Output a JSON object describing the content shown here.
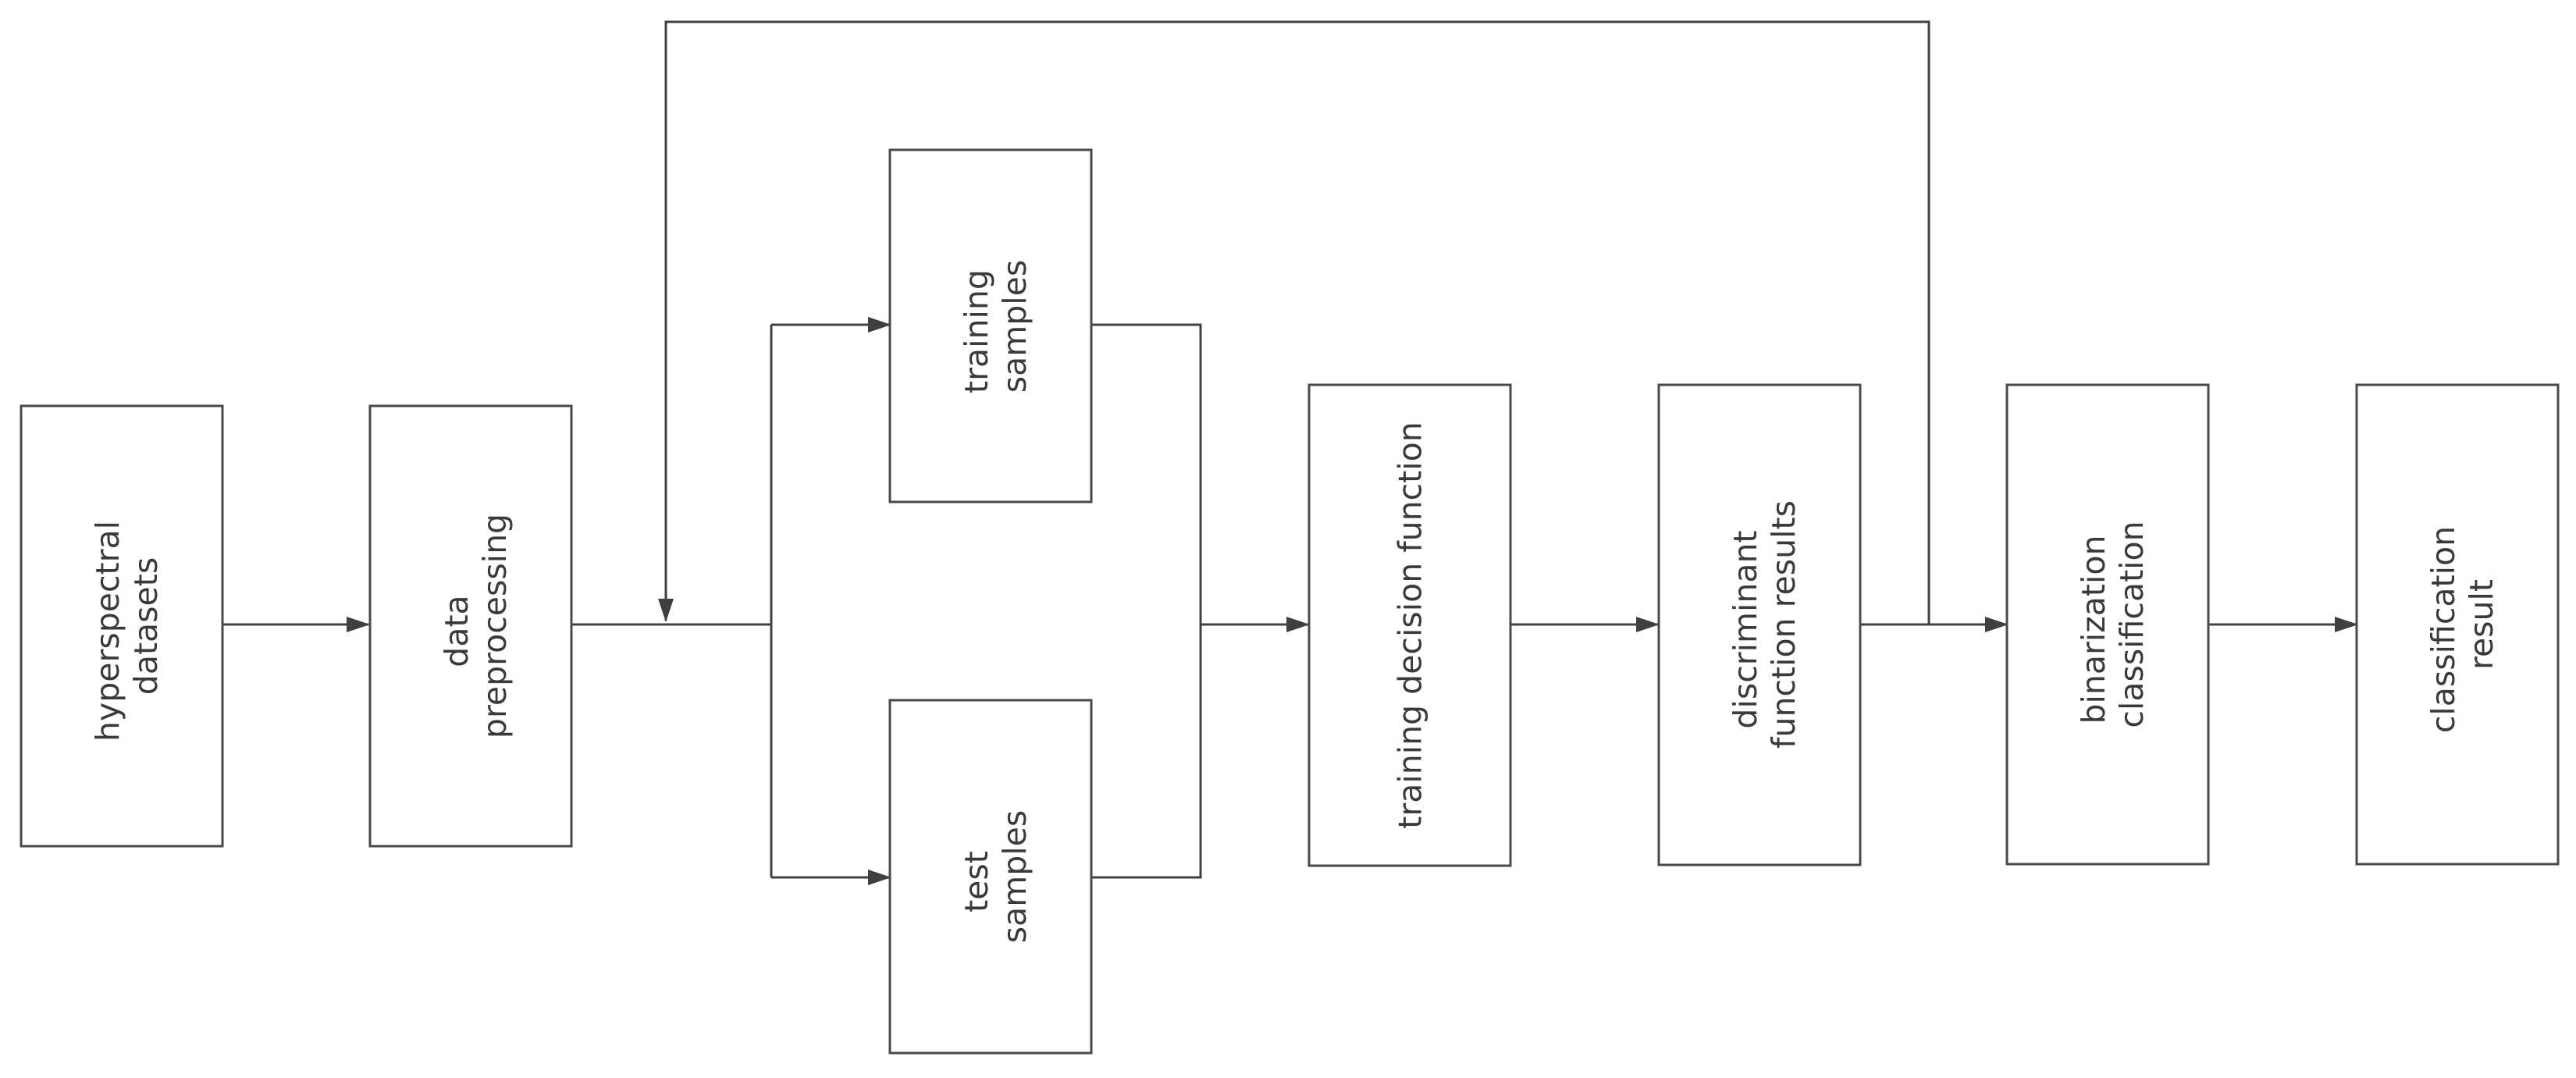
{
  "diagram": {
    "nodes": {
      "hyperspectral": {
        "lines": [
          "hyperspectral",
          "datasets"
        ]
      },
      "preprocessing": {
        "lines": [
          "data",
          "preprocessing"
        ]
      },
      "training_samples": {
        "lines": [
          "training",
          "samples"
        ]
      },
      "test_samples": {
        "lines": [
          "test",
          "samples"
        ]
      },
      "decision_function": {
        "lines": [
          "training decision function"
        ]
      },
      "discriminant": {
        "lines": [
          "discriminant",
          "function results"
        ]
      },
      "binarization": {
        "lines": [
          "binarization",
          "classification"
        ]
      },
      "result": {
        "lines": [
          "classification",
          "result"
        ]
      }
    },
    "edges": [
      {
        "from": "hyperspectral",
        "to": "preprocessing"
      },
      {
        "from": "preprocessing",
        "to": "training_samples"
      },
      {
        "from": "preprocessing",
        "to": "test_samples"
      },
      {
        "from": "training_samples",
        "to": "decision_function"
      },
      {
        "from": "test_samples",
        "to": "decision_function"
      },
      {
        "from": "decision_function",
        "to": "discriminant"
      },
      {
        "from": "discriminant",
        "to": "binarization"
      },
      {
        "from": "discriminant",
        "to": "preprocessing",
        "kind": "feedback"
      },
      {
        "from": "binarization",
        "to": "result"
      }
    ]
  },
  "style": {
    "box_stroke": "#4a4a4a",
    "line_color": "#404040",
    "text_color": "#3a3a3a",
    "background": "#ffffff"
  }
}
